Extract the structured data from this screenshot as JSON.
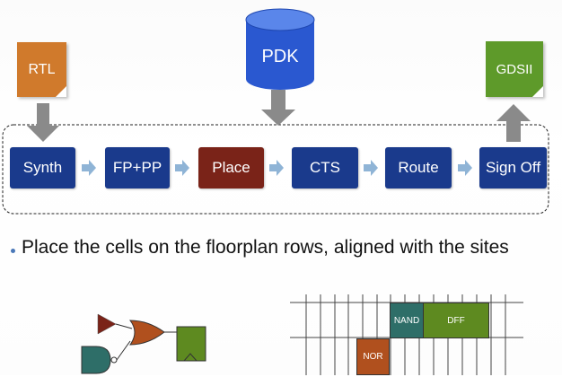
{
  "flow": {
    "steps": [
      {
        "label": "Synth"
      },
      {
        "label": "FP+PP"
      },
      {
        "label": "Place",
        "active": true
      },
      {
        "label": "CTS"
      },
      {
        "label": "Route"
      },
      {
        "label": "Sign Off"
      }
    ]
  },
  "inputs": {
    "rtl": "RTL",
    "pdk": "PDK",
    "gdsii": "GDSII"
  },
  "bullet": {
    "text": "Place the cells on the floorplan rows, aligned with the sites"
  },
  "cells": {
    "nand": "NAND",
    "dff": "DFF",
    "nor": "NOR"
  },
  "colors": {
    "flow_box": "#1a3a8c",
    "flow_active": "#7a2318",
    "rtl_note": "#d07a2c",
    "pdk_cylinder": "#2a58d0",
    "gdsii_note": "#5e9a2a",
    "arrow_gray": "#8a8a8a",
    "connector_blue": "#8fb4d6",
    "nand_cell": "#2e6e68",
    "dff_cell": "#5e8a20",
    "nor_cell": "#b0501e"
  }
}
